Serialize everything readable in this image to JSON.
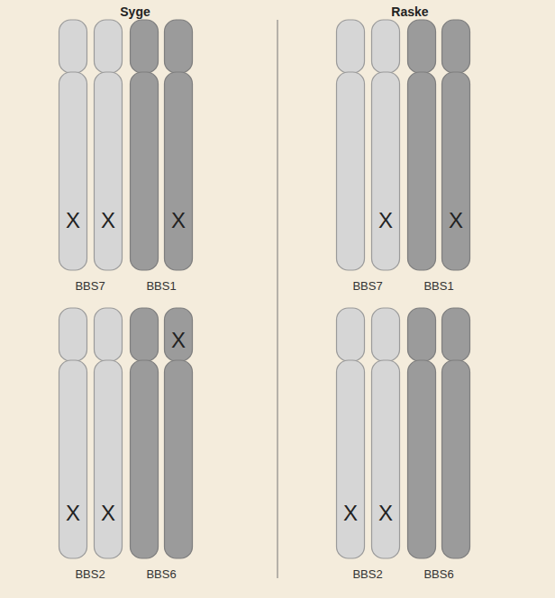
{
  "diagram": {
    "labels": [
      "Syge",
      "Raske",
      "X",
      "X",
      "X",
      "BBS7",
      "BBS1",
      "X",
      "X",
      "BBS7",
      "BBS1",
      "X",
      "X",
      "X",
      "BBS2",
      "BBS6",
      "X",
      "X",
      "BBS2",
      "BBS6"
    ]
  }
}
